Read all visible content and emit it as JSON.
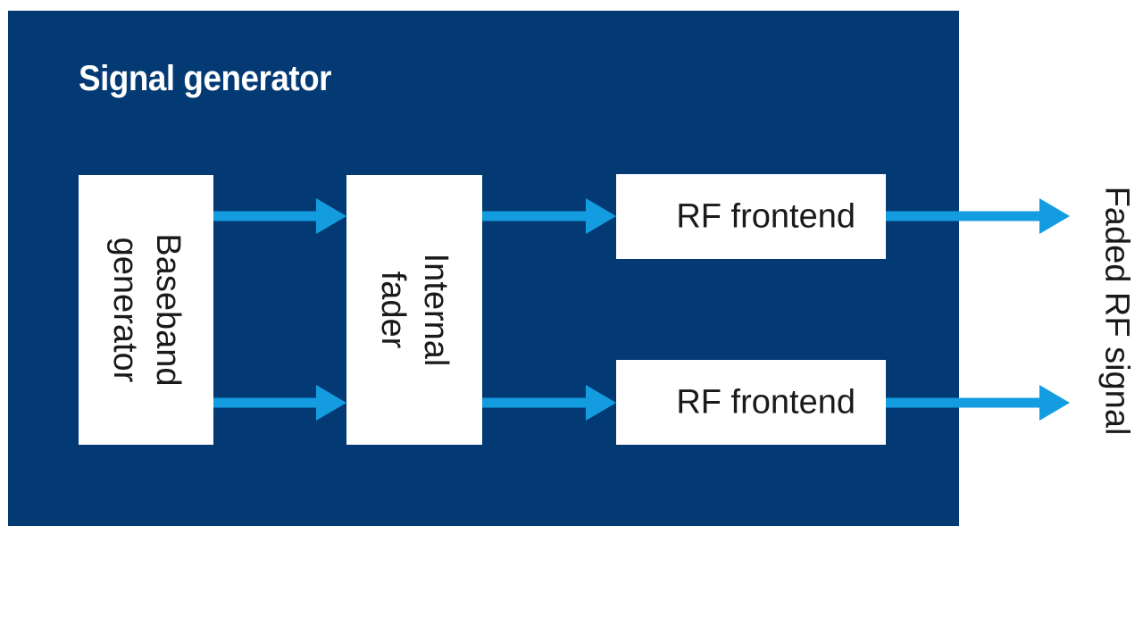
{
  "diagram": {
    "title": "Signal generator",
    "baseband": {
      "line1": "Baseband",
      "line2": "generator"
    },
    "fader": {
      "line1": "Internal",
      "line2": "fader"
    },
    "rf_frontend_1": "RF frontend",
    "rf_frontend_2": "RF frontend",
    "output_label": "Faded RF signal"
  },
  "colors": {
    "panel": "#033a74",
    "block": "#ffffff",
    "arrow": "#139de0",
    "text": "#1a1a1a"
  }
}
